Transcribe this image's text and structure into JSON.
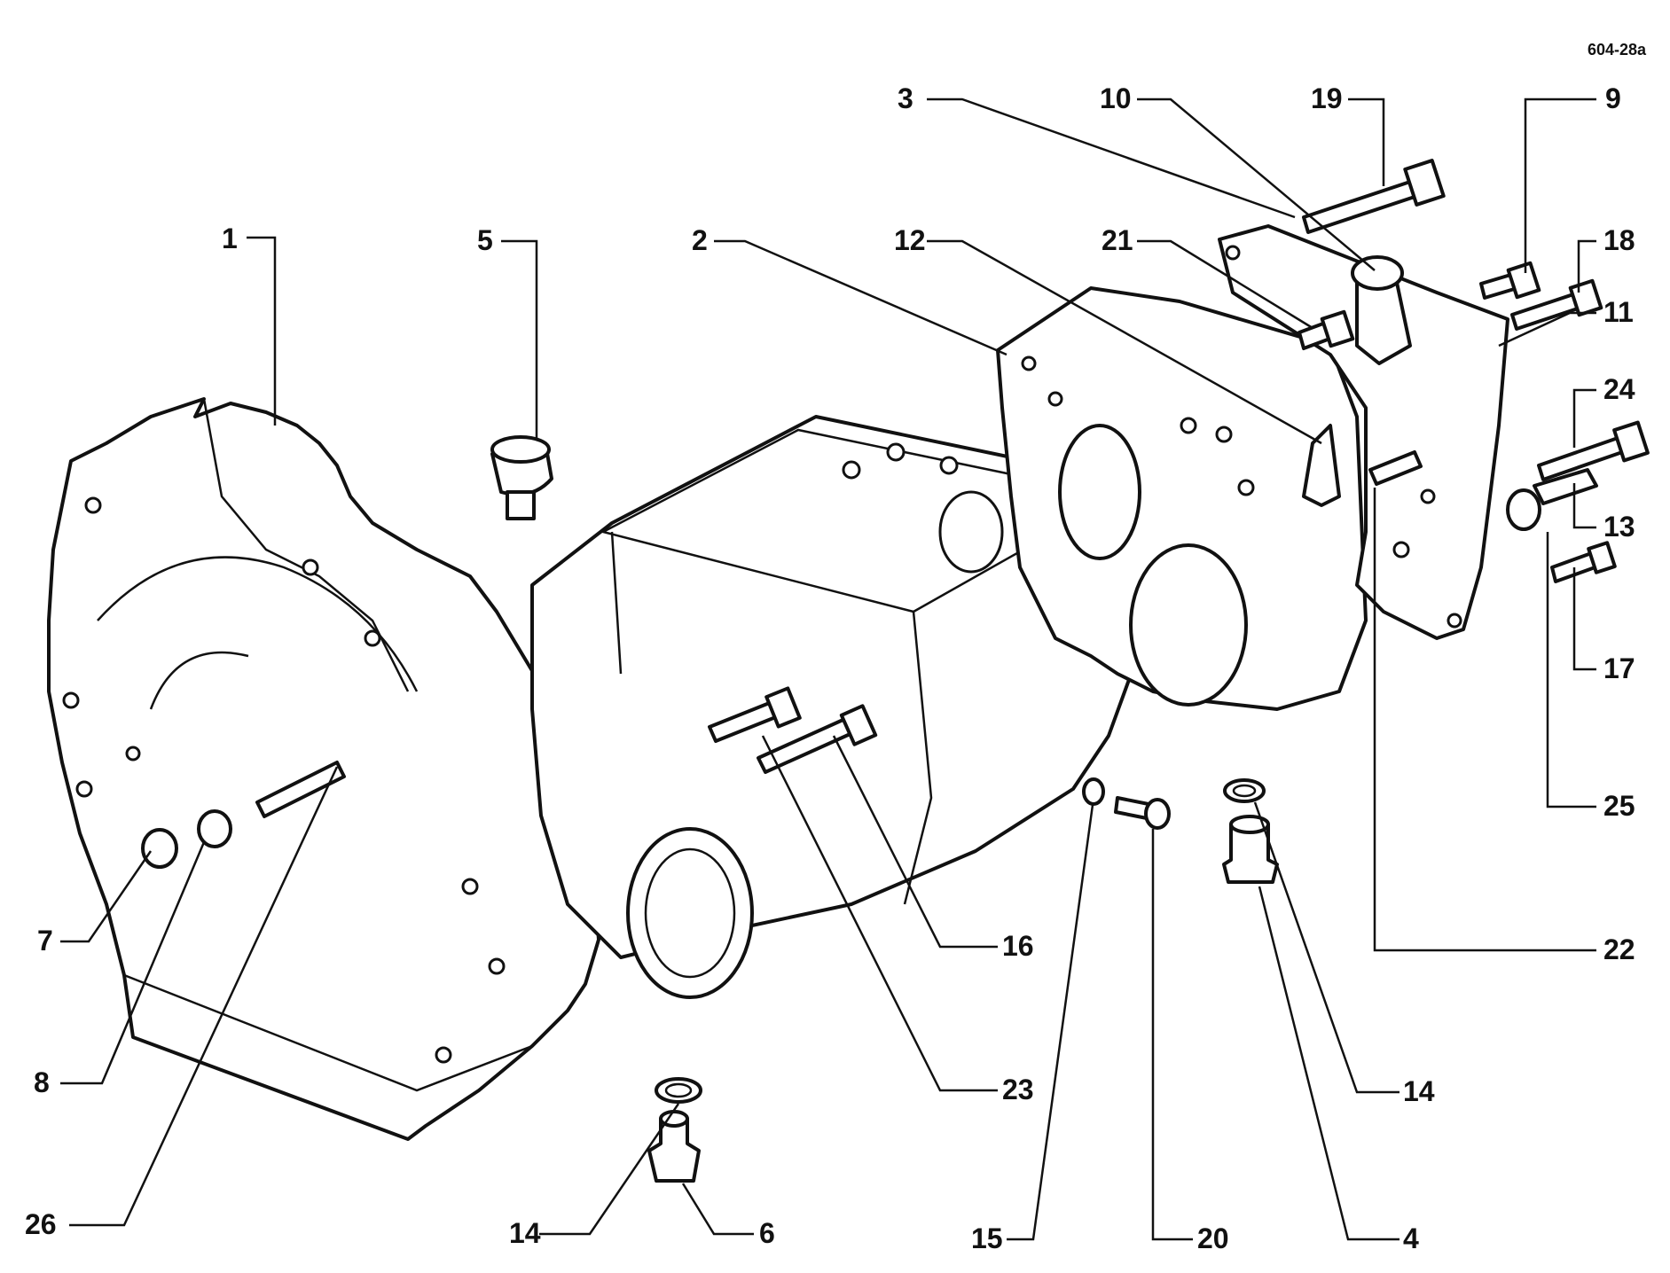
{
  "diagram": {
    "reference": "604-28a",
    "callouts": {
      "c1": "1",
      "c2": "2",
      "c3": "3",
      "c4": "4",
      "c5": "5",
      "c6": "6",
      "c7": "7",
      "c8": "8",
      "c9": "9",
      "c10": "10",
      "c11": "11",
      "c12": "12",
      "c13": "13",
      "c14a": "14",
      "c14b": "14",
      "c15": "15",
      "c16": "16",
      "c17": "17",
      "c18": "18",
      "c19": "19",
      "c20": "20",
      "c21": "21",
      "c22": "22",
      "c23": "23",
      "c24": "24",
      "c25": "25",
      "c26": "26"
    }
  }
}
